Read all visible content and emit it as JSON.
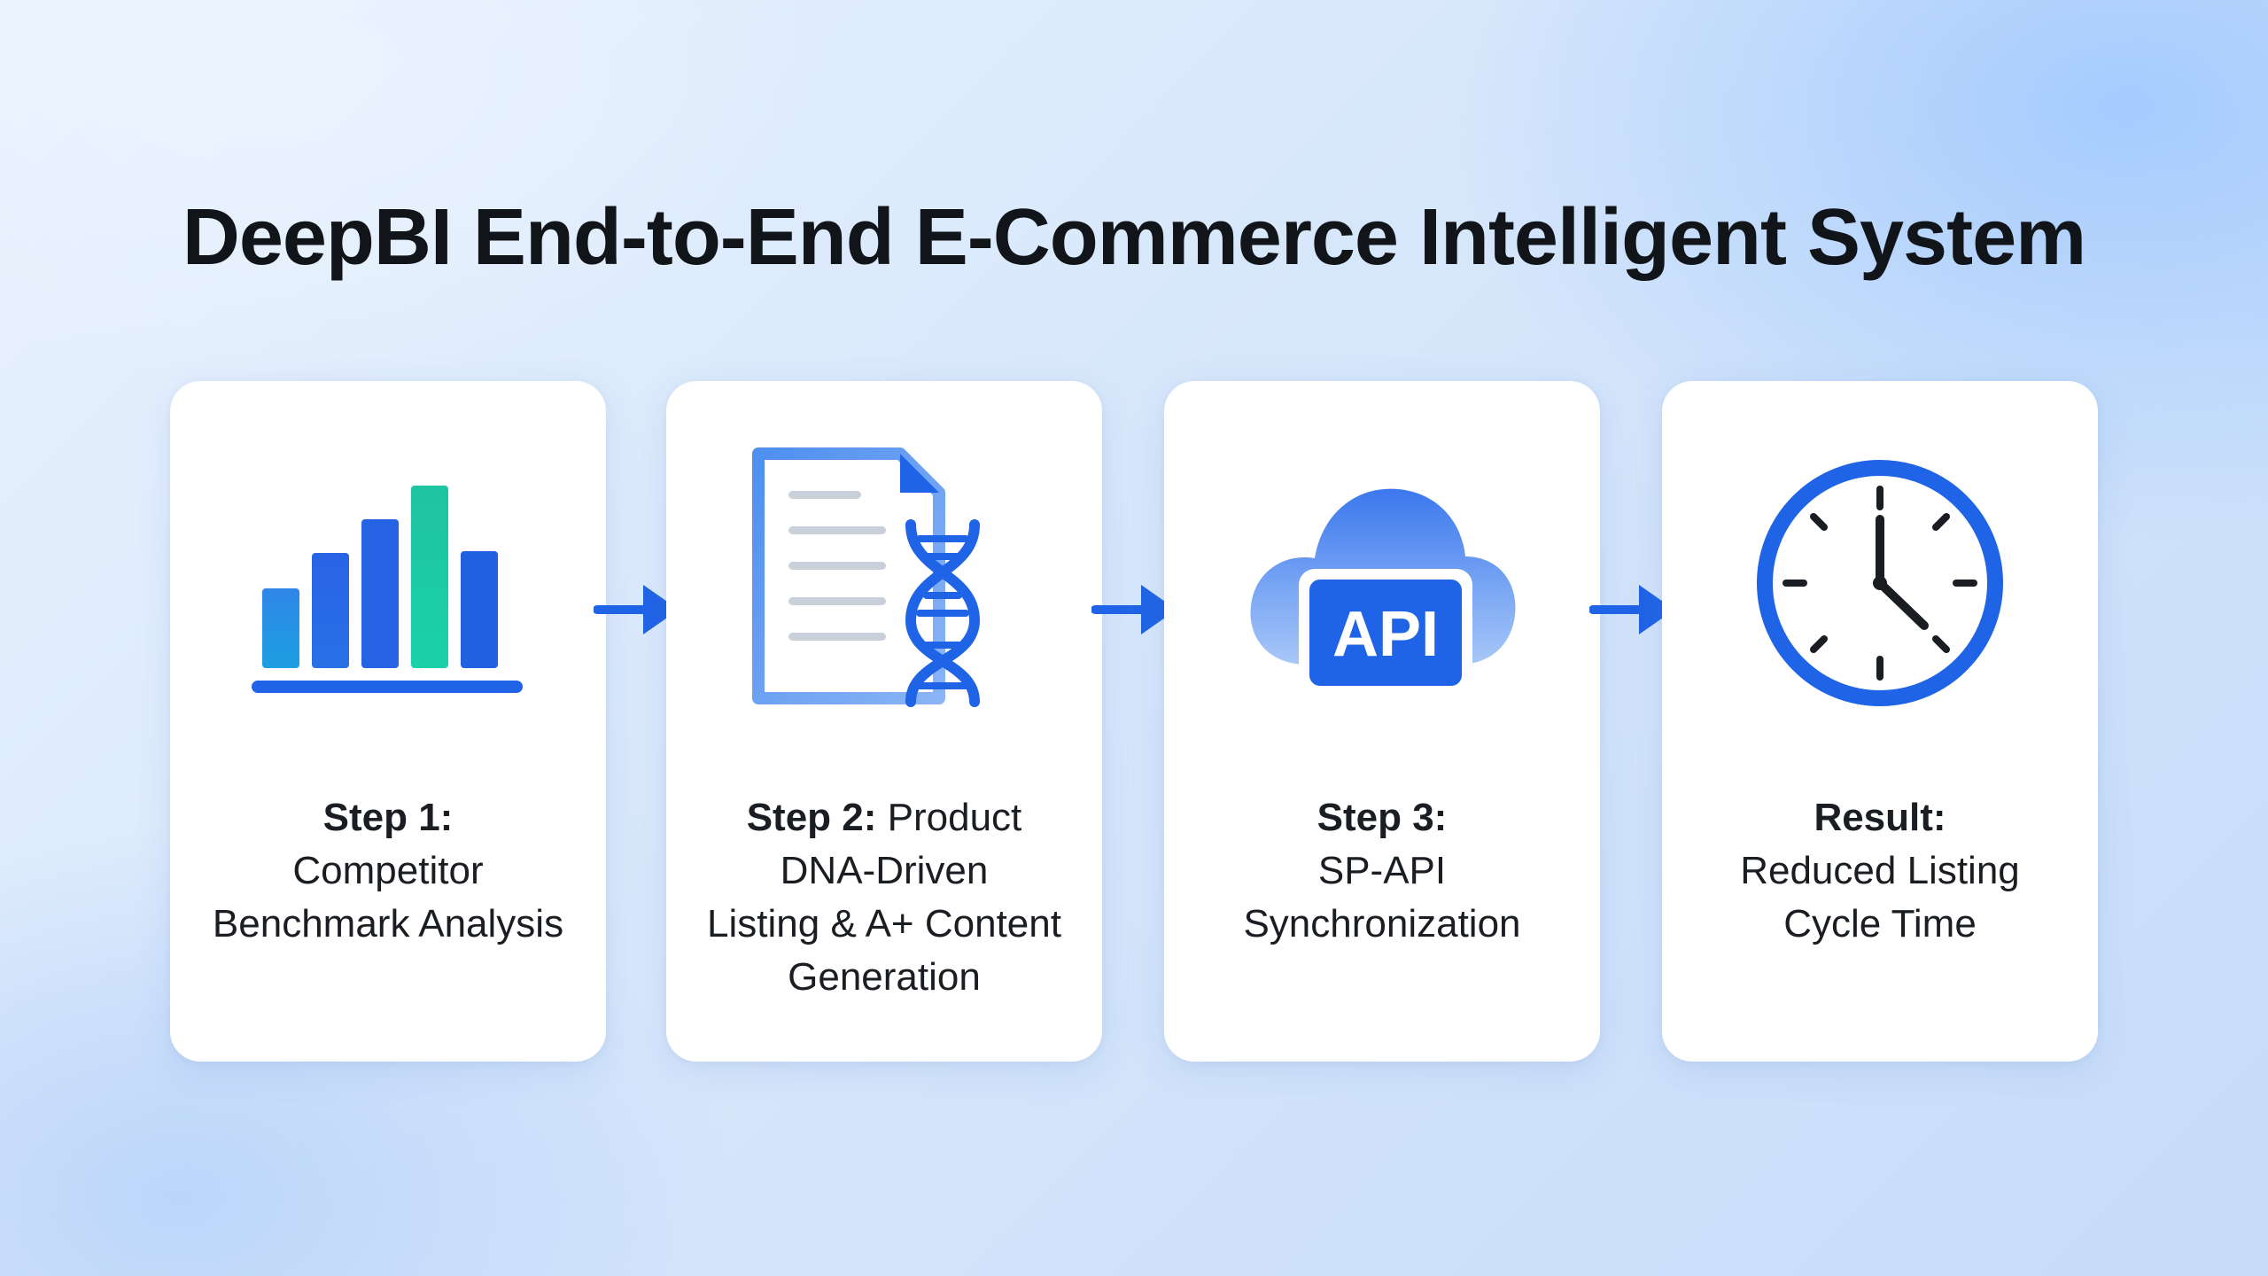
{
  "title": "DeepBI End-to-End E-Commerce Intelligent System",
  "colors": {
    "primary_blue": "#1f5fe6",
    "teal": "#1fc7a3",
    "light_blue": "#6fa0f0",
    "text_dark": "#111418"
  },
  "steps": [
    {
      "icon": "bar-chart-icon",
      "label_bold": "Step 1:",
      "label_rest": "",
      "lines": [
        "Competitor",
        "Benchmark Analysis"
      ]
    },
    {
      "icon": "document-dna-icon",
      "label_bold": "Step 2:",
      "label_rest": " Product",
      "lines": [
        "DNA-Driven",
        "Listing & A+ Content",
        "Generation"
      ]
    },
    {
      "icon": "cloud-api-icon",
      "icon_text": "API",
      "label_bold": "Step 3:",
      "label_rest": "",
      "lines": [
        "SP-API",
        "Synchronization"
      ]
    },
    {
      "icon": "clock-icon",
      "label_bold": "Result:",
      "label_rest": "",
      "lines": [
        "Reduced Listing",
        "Cycle Time"
      ]
    }
  ]
}
